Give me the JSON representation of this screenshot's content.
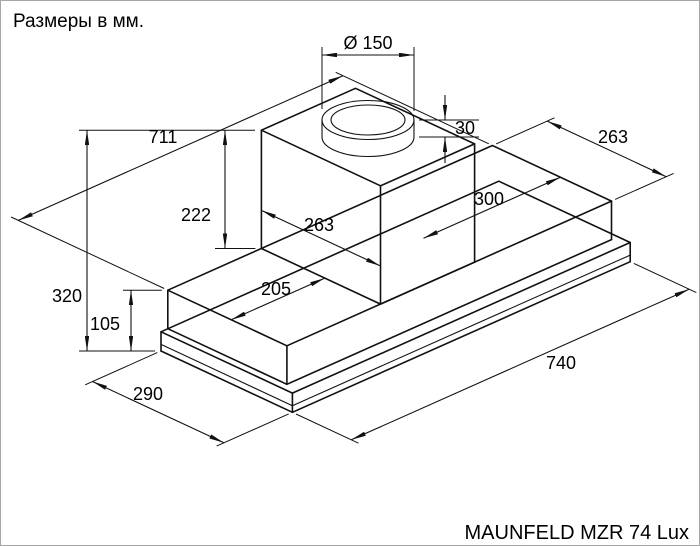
{
  "title": "Размеры в мм.",
  "model": "MAUNFELD MZR 74 Lux",
  "dims": {
    "duct_diameter": "Ø 150",
    "duct_collar_height": "30",
    "body_width": "711",
    "body_depth_right": "263",
    "duct_box_height": "222",
    "duct_box_depth": "263",
    "top_shelf_right": "300",
    "total_height": "320",
    "top_shelf_left": "205",
    "lower_section_height": "105",
    "canopy_width": "740",
    "canopy_depth": "290"
  },
  "colors": {
    "line": "#111111",
    "background": "#ffffff",
    "border": "#a6a6a6"
  }
}
